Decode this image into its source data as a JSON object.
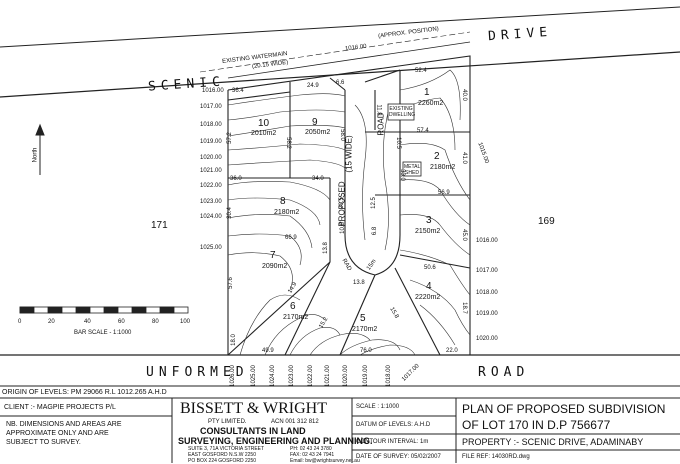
{
  "streets": {
    "scenic_left": "SCENIC",
    "drive": "DRIVE",
    "unformed": "UNFORMED",
    "road": "ROAD",
    "proposed_road": "PROPOSED",
    "proposed_road_width": "(15 WIDE)",
    "proposed_road_word": "ROAD",
    "road_width": "(20.15 WIDE)",
    "existing_watermain": "EXISTING   WATERMAIN",
    "approx_position": "(APPROX. POSITION)",
    "rad_left": "RAD",
    "rad_right": "15m"
  },
  "adjacent_lots": {
    "left": "171",
    "right": "169"
  },
  "lots": [
    {
      "num": "1",
      "area": "2260m2"
    },
    {
      "num": "2",
      "area": "2180m2"
    },
    {
      "num": "3",
      "area": "2150m2"
    },
    {
      "num": "4",
      "area": "2220m2"
    },
    {
      "num": "5",
      "area": "2170m2"
    },
    {
      "num": "6",
      "area": "2170m2"
    },
    {
      "num": "7",
      "area": "2090m2"
    },
    {
      "num": "8",
      "area": "2180m2"
    },
    {
      "num": "9",
      "area": "2050m2"
    },
    {
      "num": "10",
      "area": "2010m2"
    }
  ],
  "dimensions": [
    "36.4",
    "24.9",
    "6.6",
    "52.4",
    "40.0",
    "57.4",
    "41.0",
    "56.9",
    "45.0",
    "50.6",
    "22.0",
    "76.0",
    "49.9",
    "18.0",
    "57.6",
    "66.9",
    "36.0",
    "34.0",
    "57.2",
    "58.0",
    "58.2",
    "33.0",
    "30.4",
    "20.5",
    "12.5",
    "13.8",
    "13.8",
    "11.8",
    "10.8",
    "6.8",
    "14.9",
    "15.2",
    "15.8",
    "18.7",
    "10.5"
  ],
  "contours_left": [
    "1016.00",
    "1017.00",
    "1018.00",
    "1019.00",
    "1020.00",
    "1021.00",
    "1022.00",
    "1023.00",
    "1024.00",
    "1025.00"
  ],
  "contours_right": [
    "1015.00",
    "1016.00",
    "1017.00",
    "1018.00",
    "1019.00",
    "1020.00"
  ],
  "contours_bottom": [
    "1026.00",
    "1025.00",
    "1024.00",
    "1023.00",
    "1022.00",
    "1021.00",
    "1020.00",
    "1019.00",
    "1018.00",
    "1017.00"
  ],
  "contour_top": "1016.00",
  "structures": {
    "dwelling": "EXISTING DWELLING",
    "shed": "METAL SHED"
  },
  "north": "North",
  "scale_bar": {
    "ticks": [
      "0",
      "20",
      "40",
      "60",
      "80",
      "100"
    ],
    "label": "BAR SCALE - 1:1000"
  },
  "origin_levels": "ORIGIN OF LEVELS: PM 29066 R.L 1012.265   A.H.D",
  "title_block": {
    "client": "CLIENT :- MAGPIE PROJECTS P/L",
    "note": "NB. DIMENSIONS AND AREAS ARE APPROXIMATE ONLY AND ARE SUBJECT TO SURVEY.",
    "firm": "BISSETT & WRIGHT",
    "firm_type": "PTY LIMITED.",
    "acn": "ACN 001 312 812",
    "consultants": "CONSULTANTS    IN    LAND",
    "services": "SURVEYING, ENGINEERING AND PLANNING.",
    "address1": "SUITE 3,  71A VICTORIA STREET",
    "address2": "EAST GOSFORD  N.S.W  2250",
    "address3": "PO BOX 224 GOSFORD 2250",
    "phone": "PH:  02 43 24 3780",
    "fax": "FAX: 02 43 24 7941",
    "email": "Email: bw@wrightsurvey.net.au",
    "scale": "SCALE : 1:1000",
    "datum": "DATUM OF LEVELS: A.H.D",
    "contour": "CONTOUR INTERVAL: 1m",
    "survey_date": "DATE OF SURVEY: 05/02/2007",
    "title1": "PLAN OF PROPOSED SUBDIVISION",
    "title2": "OF LOT 170 IN D.P 756677",
    "property": "PROPERTY :- SCENIC DRIVE, ADAMINABY",
    "file_ref": "FILE REF:   14030RD.dwg"
  }
}
